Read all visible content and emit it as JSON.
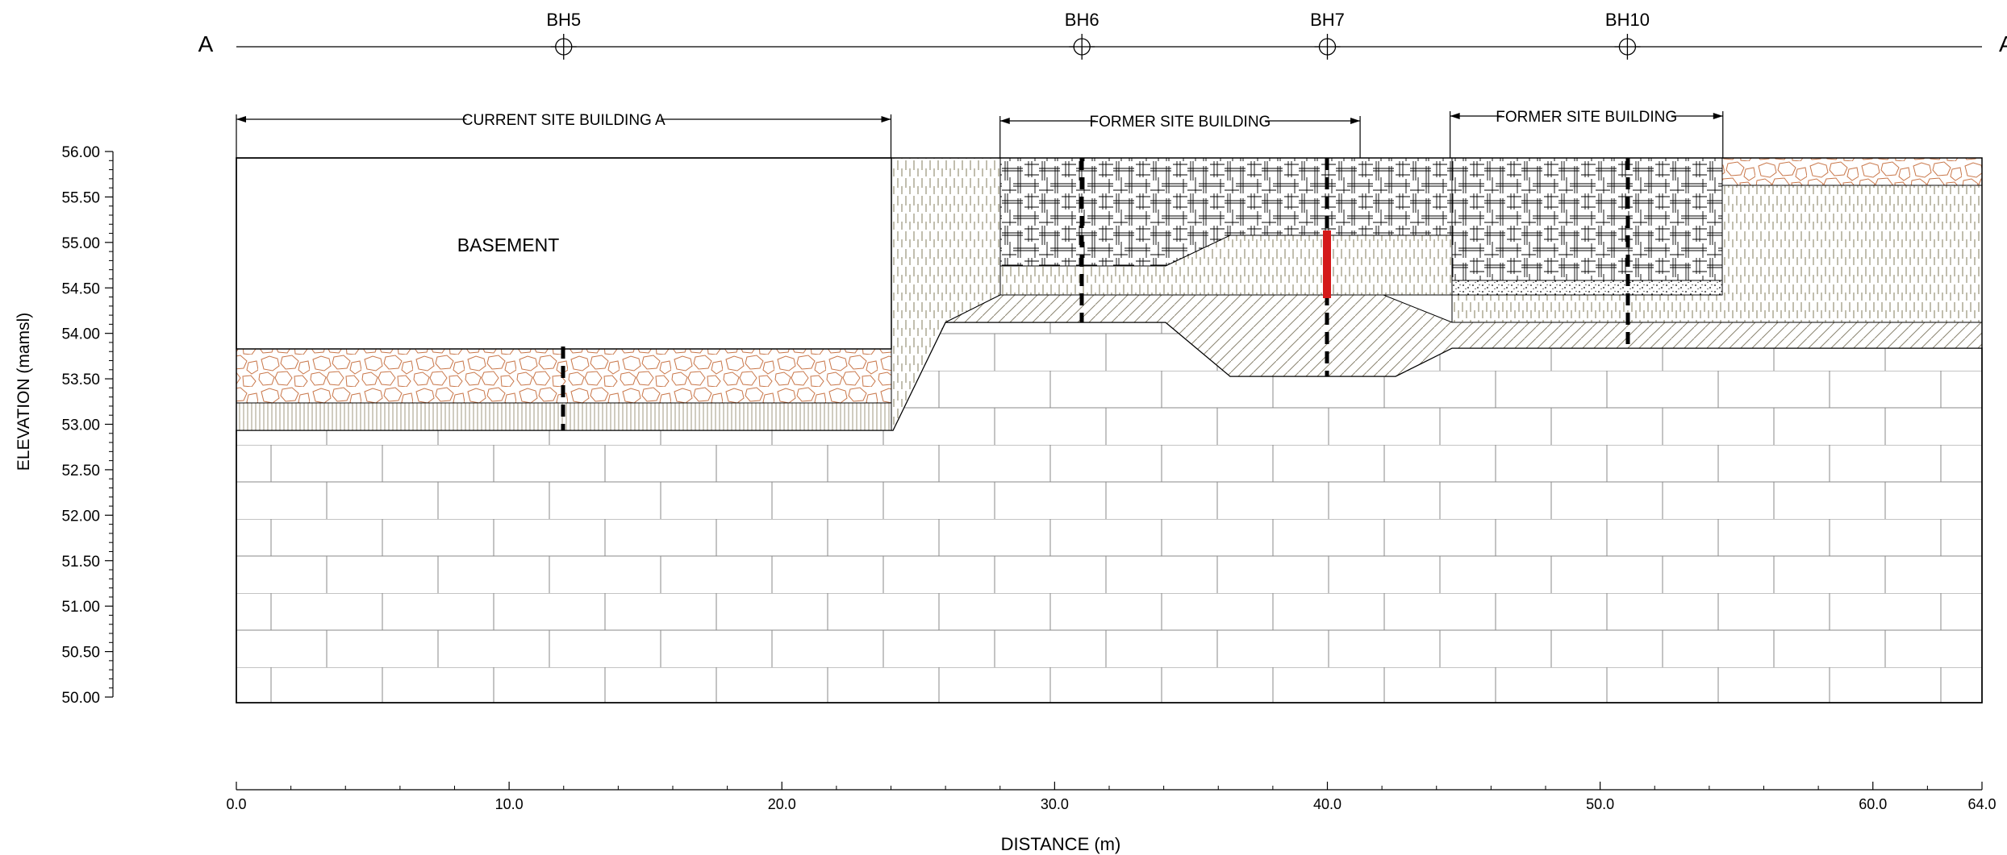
{
  "section": {
    "start_label": "A",
    "end_label": "A'",
    "boreholes": [
      {
        "name": "BH5",
        "distance": 12.0
      },
      {
        "name": "BH6",
        "distance": 31.0
      },
      {
        "name": "BH7",
        "distance": 40.0
      },
      {
        "name": "BH10",
        "distance": 51.0
      }
    ]
  },
  "axes": {
    "y_label": "ELEVATION (mamsl)",
    "x_label": "DISTANCE (m)",
    "y_ticks": [
      "56.00",
      "55.50",
      "55.00",
      "54.50",
      "54.00",
      "53.50",
      "53.00",
      "52.50",
      "52.00",
      "51.50",
      "51.00",
      "50.50",
      "50.00"
    ],
    "x_ticks": [
      "0.0",
      "10.0",
      "20.0",
      "30.0",
      "40.0",
      "50.0",
      "60.0",
      "64.0"
    ]
  },
  "buildings": [
    {
      "label": "CURRENT SITE BUILDING A",
      "from": 0.0,
      "to": 24.0
    },
    {
      "label": "FORMER SITE BUILDING",
      "from": 28.0,
      "to": 41.2
    },
    {
      "label": "FORMER SITE BUILDING",
      "from": 44.5,
      "to": 54.5
    }
  ],
  "annotations": {
    "basement": "BASEMENT"
  },
  "colors": {
    "line": "#000000",
    "brick": "#8a8a8a",
    "gravel": "#c9774a",
    "fill_hatch": "#a09a82",
    "contamination": "#d41a1a"
  }
}
